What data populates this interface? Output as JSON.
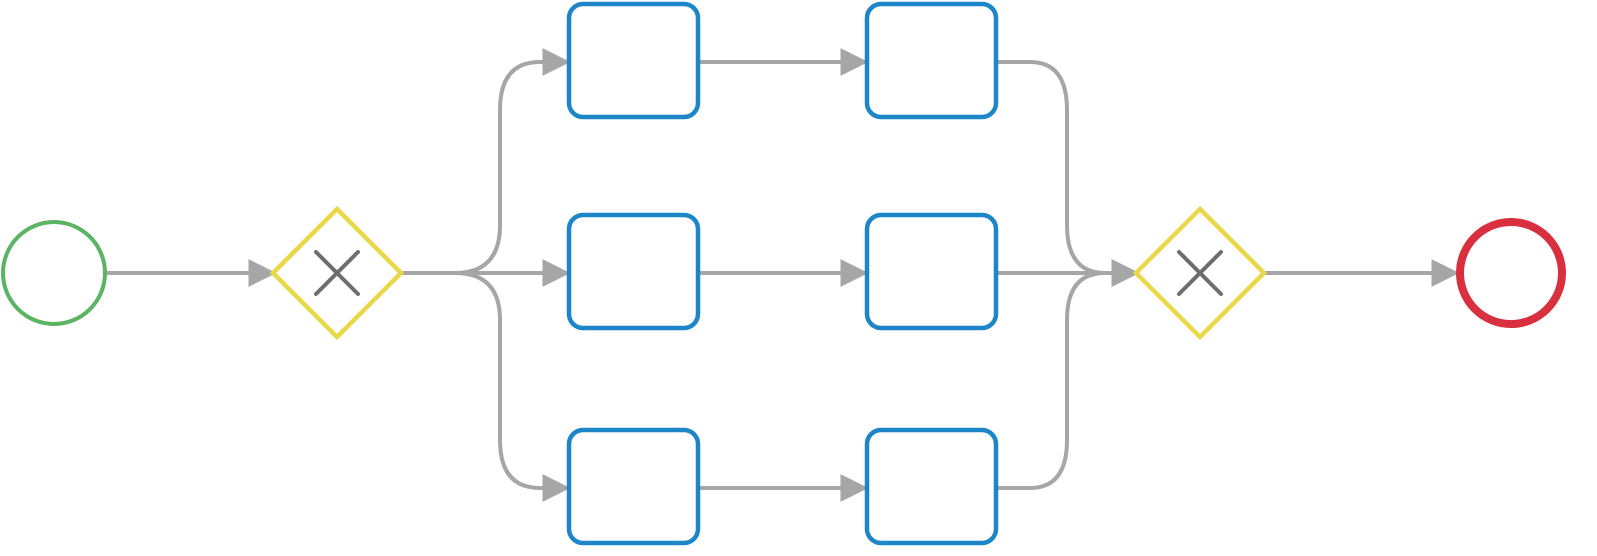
{
  "colors": {
    "start_event": "#5bb364",
    "end_event": "#d9303f",
    "gateway": "#e9d84a",
    "gateway_mark": "#6e6e6e",
    "task": "#1d86c9",
    "flow": "#a6a6a6"
  },
  "elements": {
    "start_event": {
      "type": "start-event"
    },
    "split_gateway": {
      "type": "exclusive-gateway",
      "marker": "x-icon"
    },
    "tasks": [
      {
        "row": "top",
        "column": 1
      },
      {
        "row": "top",
        "column": 2
      },
      {
        "row": "middle",
        "column": 1
      },
      {
        "row": "middle",
        "column": 2
      },
      {
        "row": "bottom",
        "column": 1
      },
      {
        "row": "bottom",
        "column": 2
      }
    ],
    "join_gateway": {
      "type": "exclusive-gateway",
      "marker": "x-icon"
    },
    "end_event": {
      "type": "end-event"
    }
  }
}
